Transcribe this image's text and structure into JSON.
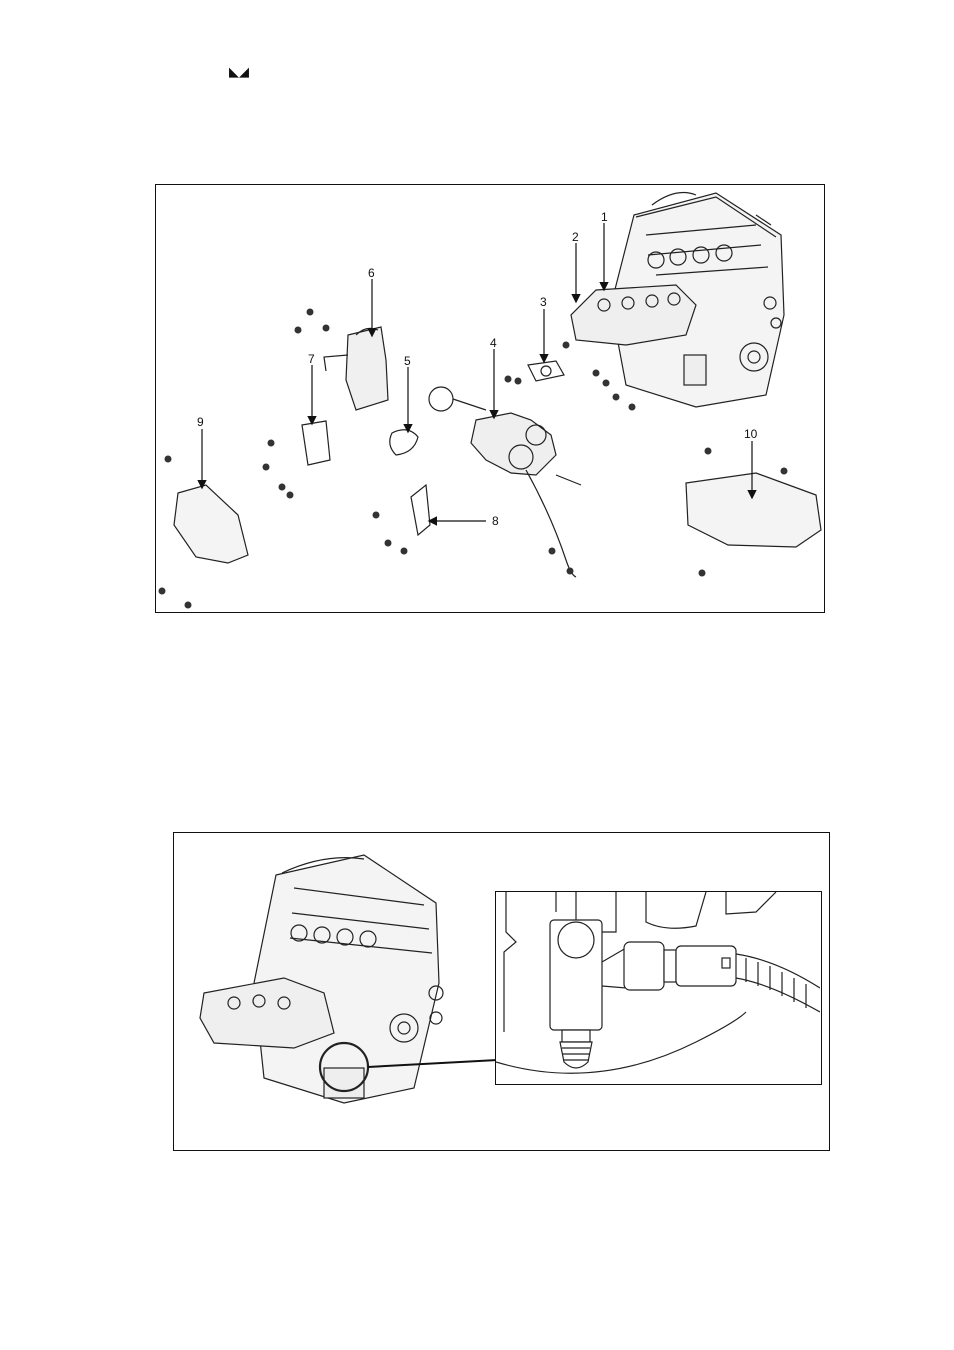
{
  "header": {
    "glyph": "◣◢"
  },
  "figure1": {
    "callouts": [
      {
        "id": "1",
        "label": "1"
      },
      {
        "id": "2",
        "label": "2"
      },
      {
        "id": "3",
        "label": "3"
      },
      {
        "id": "4",
        "label": "4"
      },
      {
        "id": "5",
        "label": "5"
      },
      {
        "id": "6",
        "label": "6"
      },
      {
        "id": "7",
        "label": "7"
      },
      {
        "id": "8",
        "label": "8"
      },
      {
        "id": "9",
        "label": "9"
      },
      {
        "id": "10",
        "label": "10"
      }
    ]
  },
  "figure2": {
    "parts": [
      "engine-block",
      "detail-inset",
      "sensor-connector"
    ]
  }
}
